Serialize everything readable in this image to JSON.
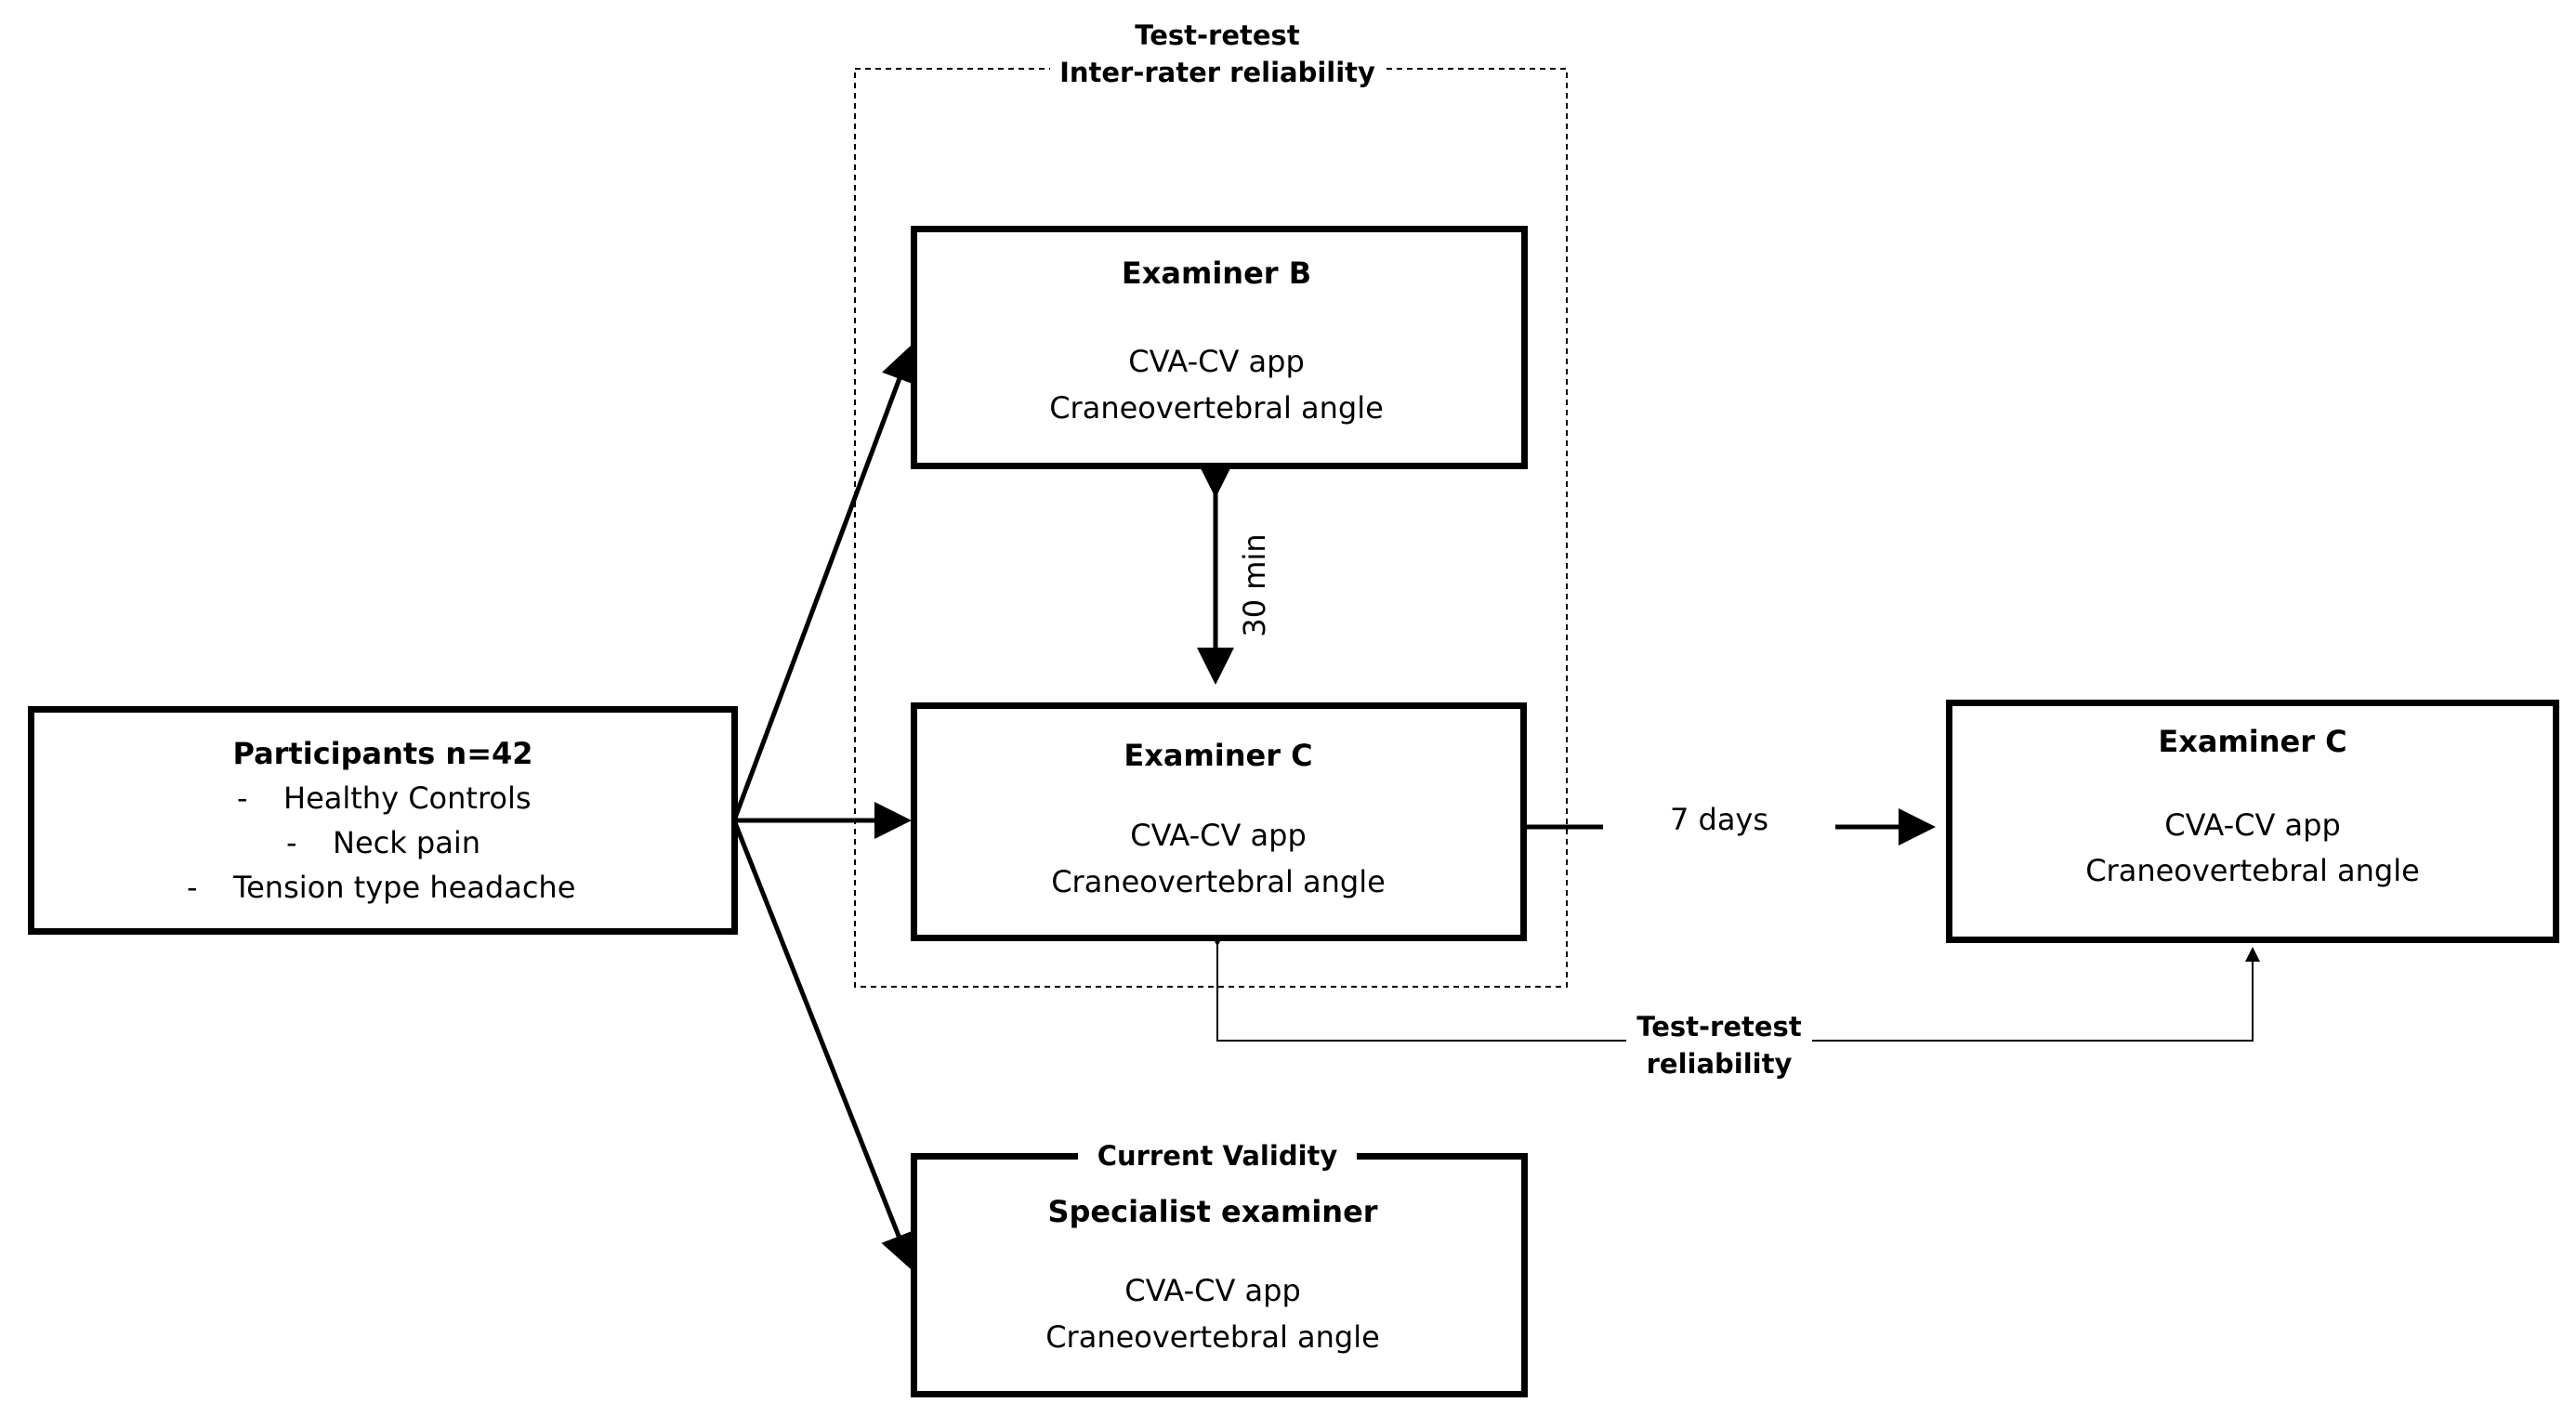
{
  "group_label": {
    "line1": "Test-retest",
    "line2": "Inter-rater reliability"
  },
  "participants": {
    "title": "Participants n=42",
    "items": [
      {
        "bullet": "-",
        "text": "Healthy Controls"
      },
      {
        "bullet": "-",
        "text": "Neck pain"
      },
      {
        "bullet": "-",
        "text": "Tension type headache"
      }
    ]
  },
  "examiner_b": {
    "title": "Examiner B",
    "line1": "CVA-CV app",
    "line2": "Craneovertebral angle"
  },
  "examiner_c": {
    "title": "Examiner C",
    "line1": "CVA-CV app",
    "line2": "Craneovertebral angle"
  },
  "examiner_c_followup": {
    "title": "Examiner C",
    "line1": "CVA-CV app",
    "line2": "Craneovertebral angle"
  },
  "specialist": {
    "section_label": "Current Validity",
    "title": "Specialist examiner",
    "line1": "CVA-CV app",
    "line2": "Craneovertebral angle"
  },
  "interval_30": "30 min",
  "interval_7": "7 days",
  "retest_label": {
    "line1": "Test-retest",
    "line2": "reliability"
  }
}
